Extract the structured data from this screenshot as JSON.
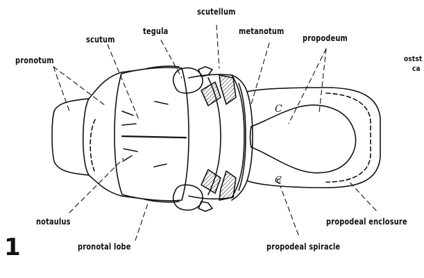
{
  "figure_number": "1",
  "labels": {
    "scutellum": "scutellum",
    "tegula": "tegula",
    "scutum": "scutum",
    "metanotum": "metanotum",
    "propodeum": "propodeum",
    "pronotum": "pronotum",
    "posts_fragment": "ostst",
    "ca_fragment": "ca",
    "notaulus": "notaulus",
    "pronotal_lobe": "pronotal lobe",
    "propodeal_enclosure": "propodeal enclosure",
    "propodeal_spiracle": "propodeal spiracle",
    "spiracle_letter_upper": "C",
    "spiracle_letter_lower": "C"
  },
  "colors": {
    "ink": "#111111",
    "background": "#ffffff"
  }
}
